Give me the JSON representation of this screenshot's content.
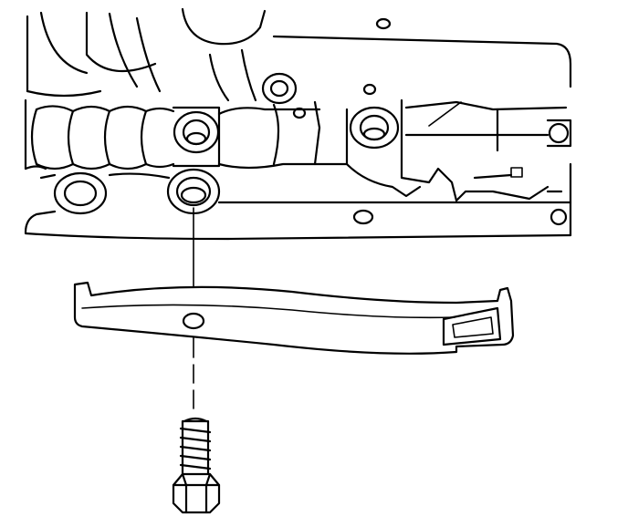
{
  "figure": {
    "kind": "exploded-view line illustration",
    "colors": {
      "ink": "#000000",
      "paper": "#ffffff"
    },
    "parts": [
      "housing-casting",
      "mounting-bracket",
      "hex-bolt"
    ],
    "labels": []
  }
}
